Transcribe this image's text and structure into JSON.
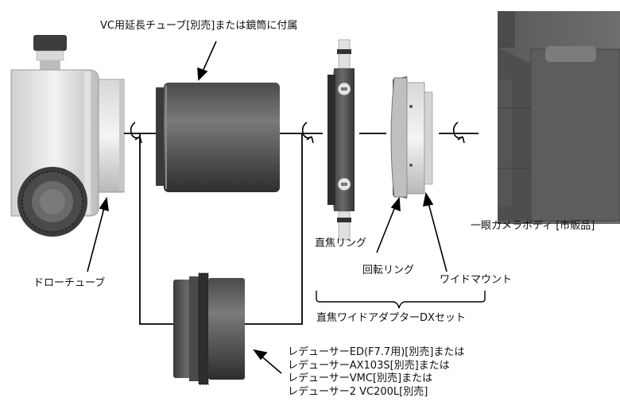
{
  "labels": {
    "extension_tube": "VC用延長チューブ[別売]または鏡筒に付属",
    "draw_tube": "ドローチューブ",
    "focus_ring": "直焦リング",
    "rotation_ring": "回転リング",
    "wide_mount": "ワイドマウント",
    "camera_body": "一眼カメラボディ [市販品]",
    "adapter_set": "直焦ワイドアダプターDXセット"
  },
  "reducer_options": [
    "レデューサーED(F7.7用)[別売]または",
    "レデューサーAX103S[別売]または",
    "レデューサーVMC[別売]または",
    "レデューサー2 VC200L[別売]"
  ]
}
